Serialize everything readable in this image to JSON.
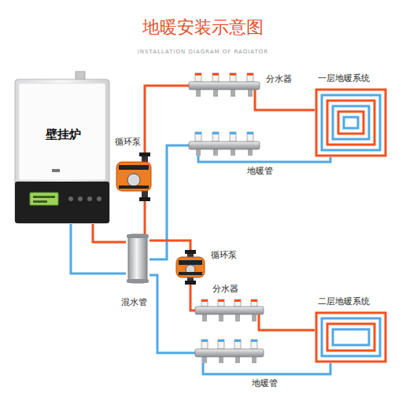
{
  "diagram": {
    "title": "地暖安装示意图",
    "nodes": [
      {
        "text": [
          "壁挂炉"
        ]
      },
      {
        "text": [
          "循环泵"
        ]
      },
      {
        "text": [
          "分水器"
        ]
      },
      {
        "text": [
          "一层地暖系统"
        ]
      },
      {
        "text": [
          "混水管"
        ]
      },
      {
        "text": [
          "循环泵"
        ]
      },
      {
        "text": [
          "分水器"
        ]
      },
      {
        "text": [
          "二层地暖系统"
        ]
      }
    ],
    "edges": [
      {
        "from": 0,
        "to": 4,
        "arrow": "none"
      },
      {
        "from": 4,
        "to": 0,
        "arrow": "none"
      },
      {
        "from": 4,
        "to": 1,
        "arrow": "none"
      },
      {
        "from": 1,
        "to": 2,
        "arrow": "none"
      },
      {
        "from": 2,
        "to": 3,
        "arrow": "none"
      },
      {
        "from": 3,
        "to": 2,
        "label": "地暖管",
        "arrow": "none"
      },
      {
        "from": 2,
        "to": 4,
        "arrow": "none"
      },
      {
        "from": 4,
        "to": 5,
        "arrow": "none"
      },
      {
        "from": 5,
        "to": 6,
        "arrow": "none"
      },
      {
        "from": 6,
        "to": 7,
        "arrow": "none"
      },
      {
        "from": 7,
        "to": 6,
        "label": "地暖管",
        "arrow": "none"
      },
      {
        "from": 6,
        "to": 4,
        "arrow": "none"
      }
    ],
    "labels": [
      "INSTALLATION DIAGRAM OF RADIATOR"
    ]
  }
}
